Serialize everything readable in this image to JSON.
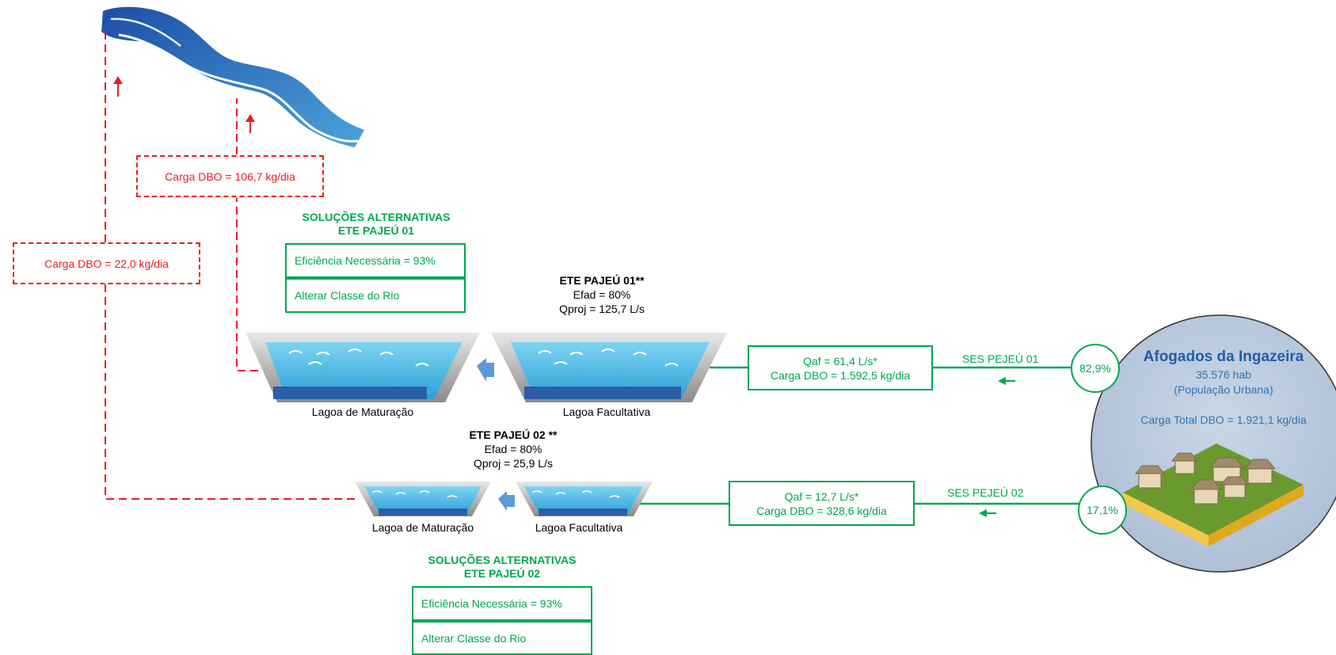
{
  "loads": {
    "river_load_1": "Carga DBO = 106,7 kg/dia",
    "river_load_2": "Carga DBO = 22,0 kg/dia"
  },
  "alt1": {
    "title_line1": "SOLUÇÕES ALTERNATIVAS",
    "title_line2": "ETE PAJEÚ 01",
    "efficiency": "Eficiência Necessária = 93%",
    "river_class": "Alterar Classe do Rio"
  },
  "alt2": {
    "title_line1": "SOLUÇÕES ALTERNATIVAS",
    "title_line2": "ETE PAJEÚ 02",
    "efficiency": "Eficiência Necessária = 93%",
    "river_class": "Alterar Classe do Rio"
  },
  "ete1": {
    "name": "ETE PAJEÚ 01**",
    "efad": "Efad = 80%",
    "qproj": "Qproj = 125,7 L/s",
    "maturation_label": "Lagoa de Maturação",
    "facultative_label": "Lagoa Facultativa",
    "flow_q": "Qaf = 61,4 L/s*",
    "flow_load": "Carga DBO = 1.592,5 kg/dia",
    "ses": "SES PEJEÚ 01",
    "pct": "82,9%"
  },
  "ete2": {
    "name": "ETE PAJEÚ 02 **",
    "efad": "Efad = 80%",
    "qproj": "Qproj = 25,9 L/s",
    "maturation_label": "Lagoa de Maturação",
    "facultative_label": "Lagoa Facultativa",
    "flow_q": "Qaf = 12,7 L/s*",
    "flow_load": "Carga DBO = 328,6 kg/dia",
    "ses": "SES PEJEÚ 02",
    "pct": "17,1%"
  },
  "city": {
    "name": "Afogados da Ingazeira",
    "population": "35.576 hab",
    "population_note": "(População Urbana)",
    "total_load": "Carga Total DBO = 1.921,1 kg/dia"
  },
  "colors": {
    "red": "#ee1c25",
    "green": "#00a651",
    "river": "#2f6fb8",
    "city_circle": "#b8c8dc",
    "city_text": "#2e75b6"
  }
}
